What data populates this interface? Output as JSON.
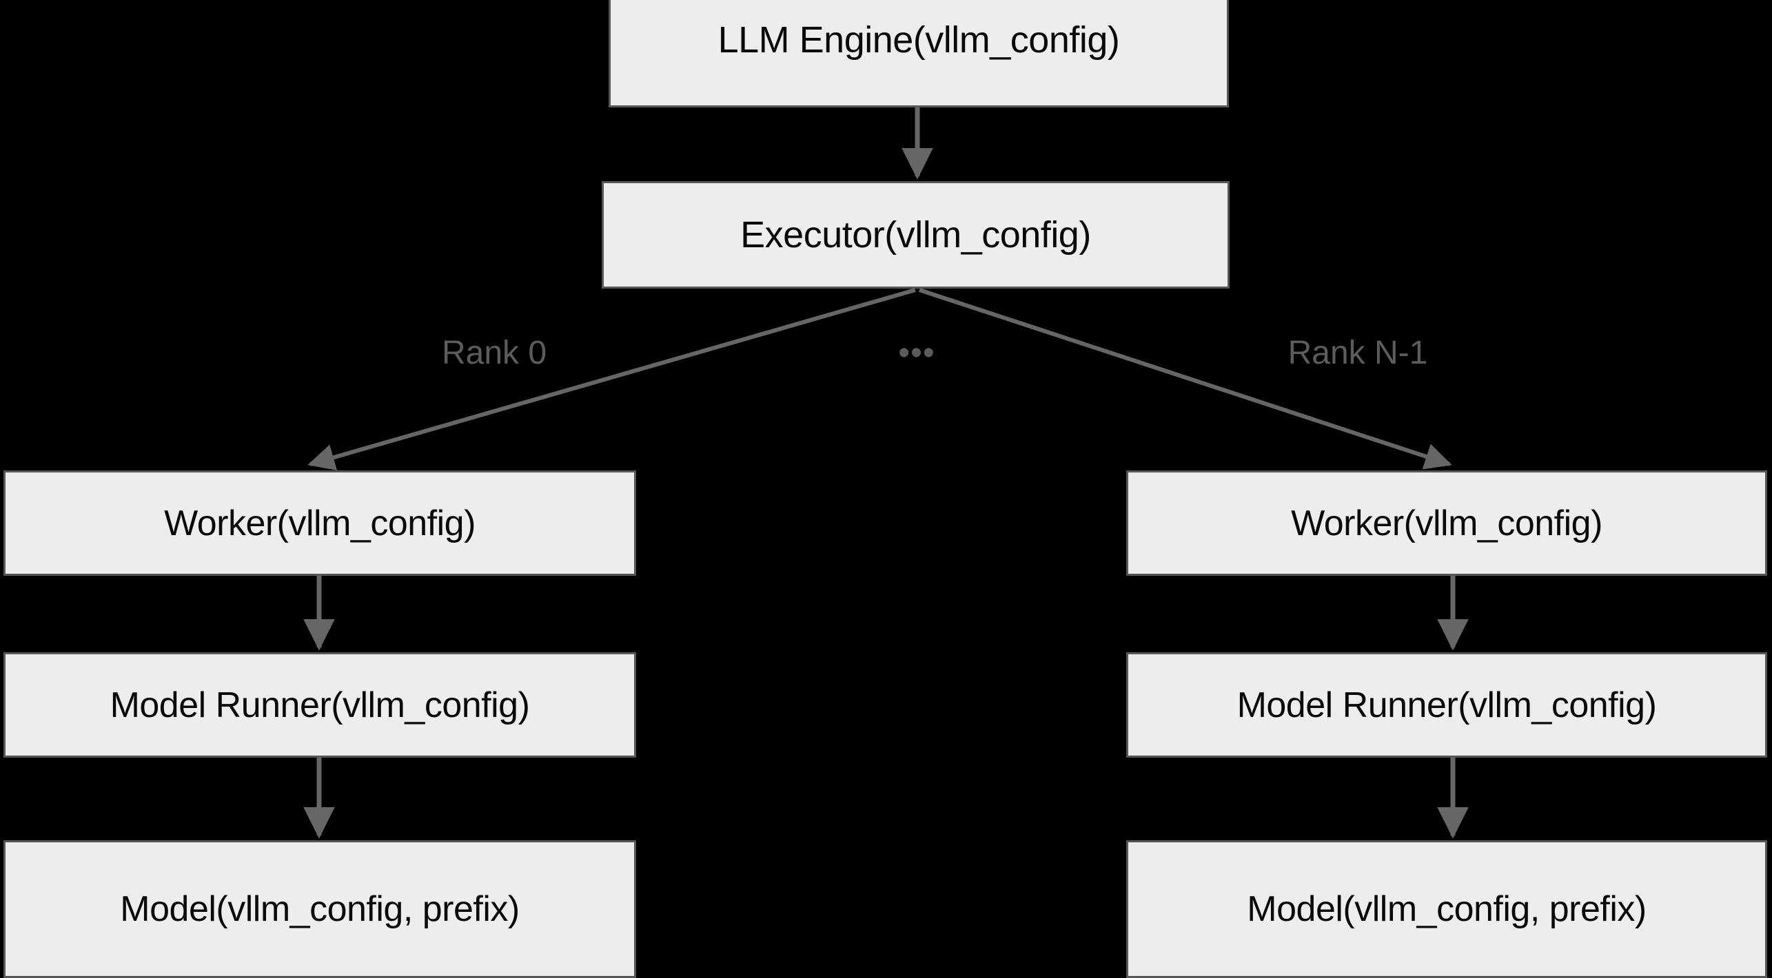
{
  "diagram": {
    "title": "vLLM configuration propagation hierarchy",
    "background_color": "#000000",
    "node_fill_color": "#ededed",
    "node_border_color": "#575757",
    "node_text_color": "#0a0a0a",
    "edge_color": "#666666",
    "edge_label_color": "#5c5c5c"
  },
  "nodes": {
    "llm_engine": "LLM Engine(vllm_config)",
    "executor": "Executor(vllm_config)",
    "worker_rank0": "Worker(vllm_config)",
    "worker_rankn": "Worker(vllm_config)",
    "model_runner_rank0": "Model Runner(vllm_config)",
    "model_runner_rankn": "Model Runner(vllm_config)",
    "model_rank0": "Model(vllm_config, prefix)",
    "model_rankn": "Model(vllm_config, prefix)"
  },
  "edge_labels": {
    "rank_0": "Rank 0",
    "ellipsis": "•••",
    "rank_n_minus_1": "Rank N-1"
  },
  "edges": [
    {
      "from": "llm_engine",
      "to": "executor",
      "label": ""
    },
    {
      "from": "executor",
      "to": "worker_rank0",
      "label": "Rank 0"
    },
    {
      "from": "executor",
      "to": "worker_rankn",
      "label": "Rank N-1"
    },
    {
      "from": "worker_rank0",
      "to": "model_runner_rank0",
      "label": ""
    },
    {
      "from": "worker_rankn",
      "to": "model_runner_rankn",
      "label": ""
    },
    {
      "from": "model_runner_rank0",
      "to": "model_rank0",
      "label": ""
    },
    {
      "from": "model_runner_rankn",
      "to": "model_rankn",
      "label": ""
    }
  ]
}
